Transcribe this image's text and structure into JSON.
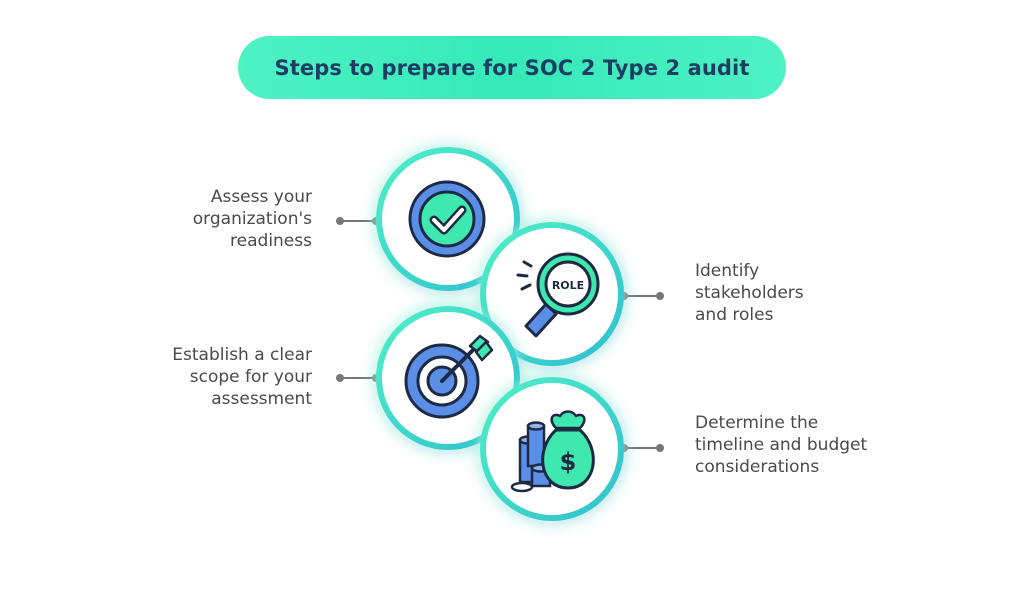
{
  "title": "Steps to prepare for SOC 2 Type 2 audit",
  "steps": [
    {
      "label": "Assess your\norganization's\nreadiness",
      "icon": "checkmark-icon"
    },
    {
      "label": "Identify\nstakeholders\nand roles",
      "icon": "magnifier-role-icon",
      "icon_text": "ROLE"
    },
    {
      "label": "Establish a clear\nscope for your\nassessment",
      "icon": "target-arrow-icon"
    },
    {
      "label": "Determine the\ntimeline and budget\nconsiderations",
      "icon": "money-bag-icon",
      "icon_text": "$"
    }
  ],
  "colors": {
    "title_bg": "#3ff0bf",
    "title_text": "#1f3d63",
    "ring": "#3ad9c4",
    "icon_blue": "#5b8ee6",
    "icon_green": "#3ee8ae",
    "outline": "#1d2a44",
    "connector": "#777777"
  }
}
